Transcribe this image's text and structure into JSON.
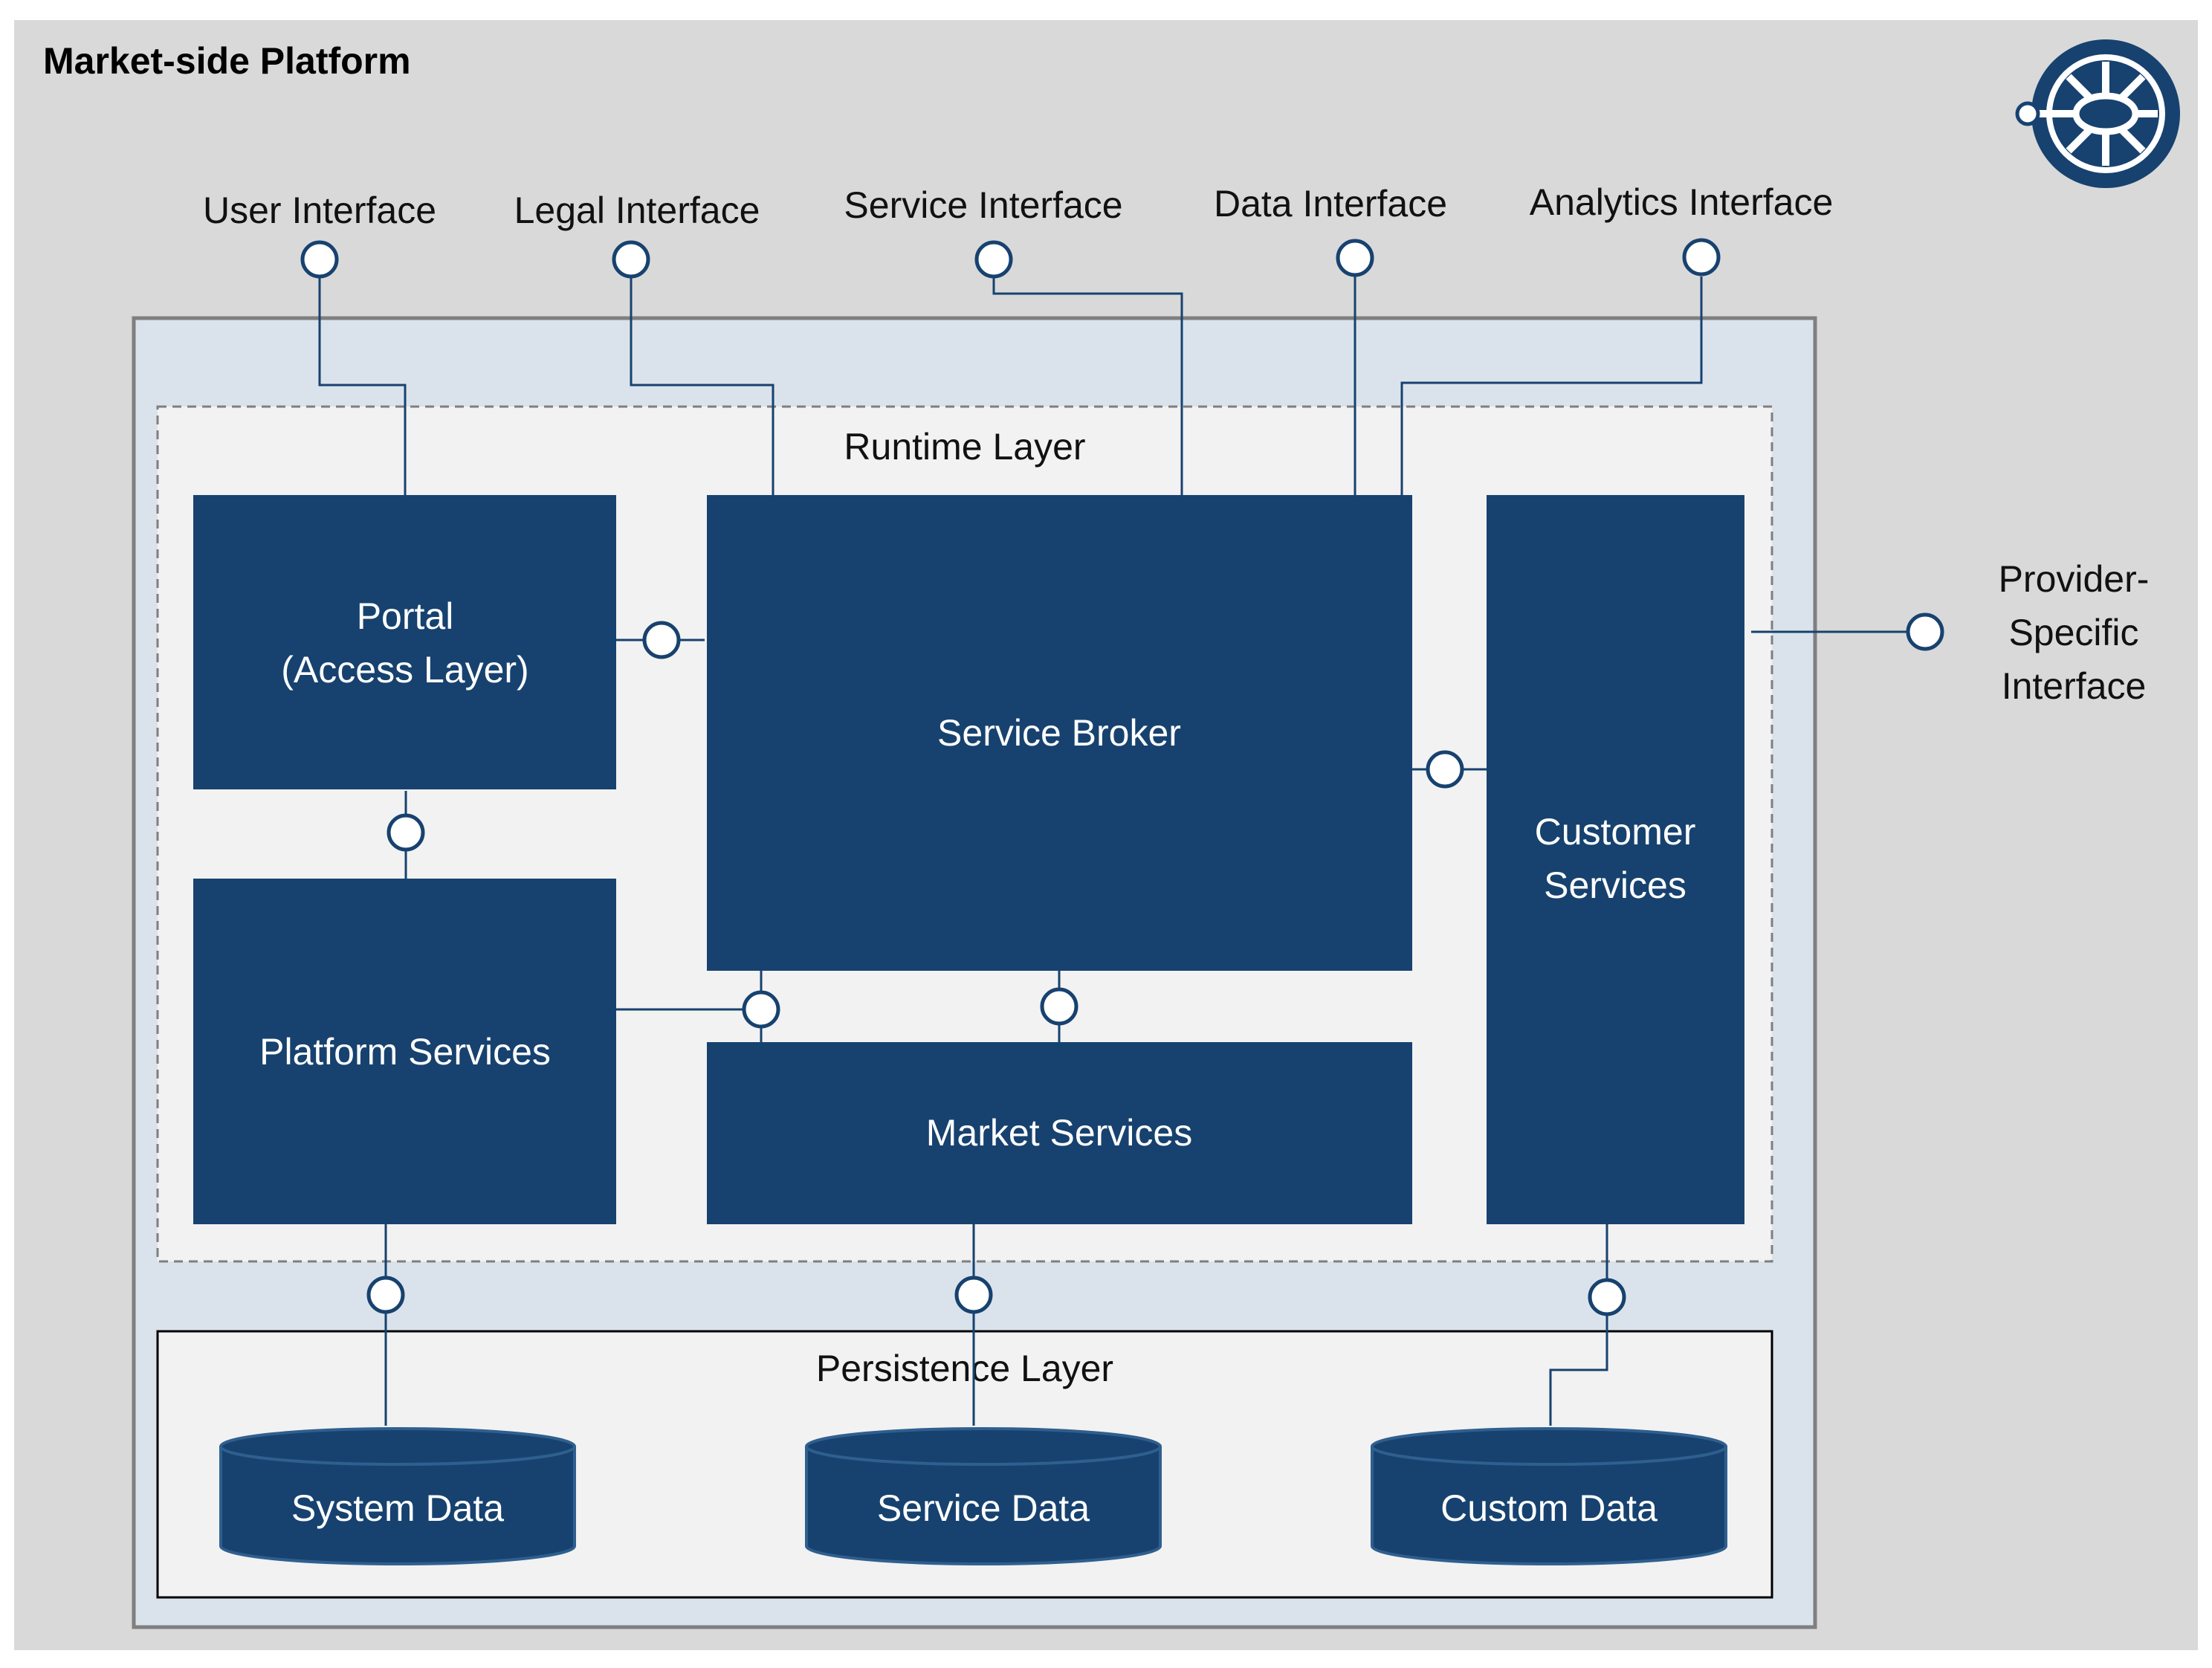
{
  "platform": {
    "title": "Market-side Platform"
  },
  "interfaces": {
    "user": "User Interface",
    "legal": "Legal Interface",
    "service": "Service Interface",
    "data": "Data Interface",
    "analytics": "Analytics Interface",
    "provider_line1": "Provider-",
    "provider_line2": "Specific",
    "provider_line3": "Interface"
  },
  "runtime": {
    "title": "Runtime Layer",
    "portal_line1": "Portal",
    "portal_line2": "(Access Layer)",
    "service_broker": "Service Broker",
    "customer_line1": "Customer",
    "customer_line2": "Services",
    "platform_services": "Platform Services",
    "market_services": "Market Services"
  },
  "persistence": {
    "title": "Persistence Layer",
    "system_data": "System Data",
    "service_data": "Service Data",
    "custom_data": "Custom Data"
  },
  "colors": {
    "page_bg": "#d9d9d9",
    "container_bg": "#dae3ec",
    "layer_bg": "#f2f2f2",
    "component": "#17426f",
    "border": "#7f7f7f"
  }
}
